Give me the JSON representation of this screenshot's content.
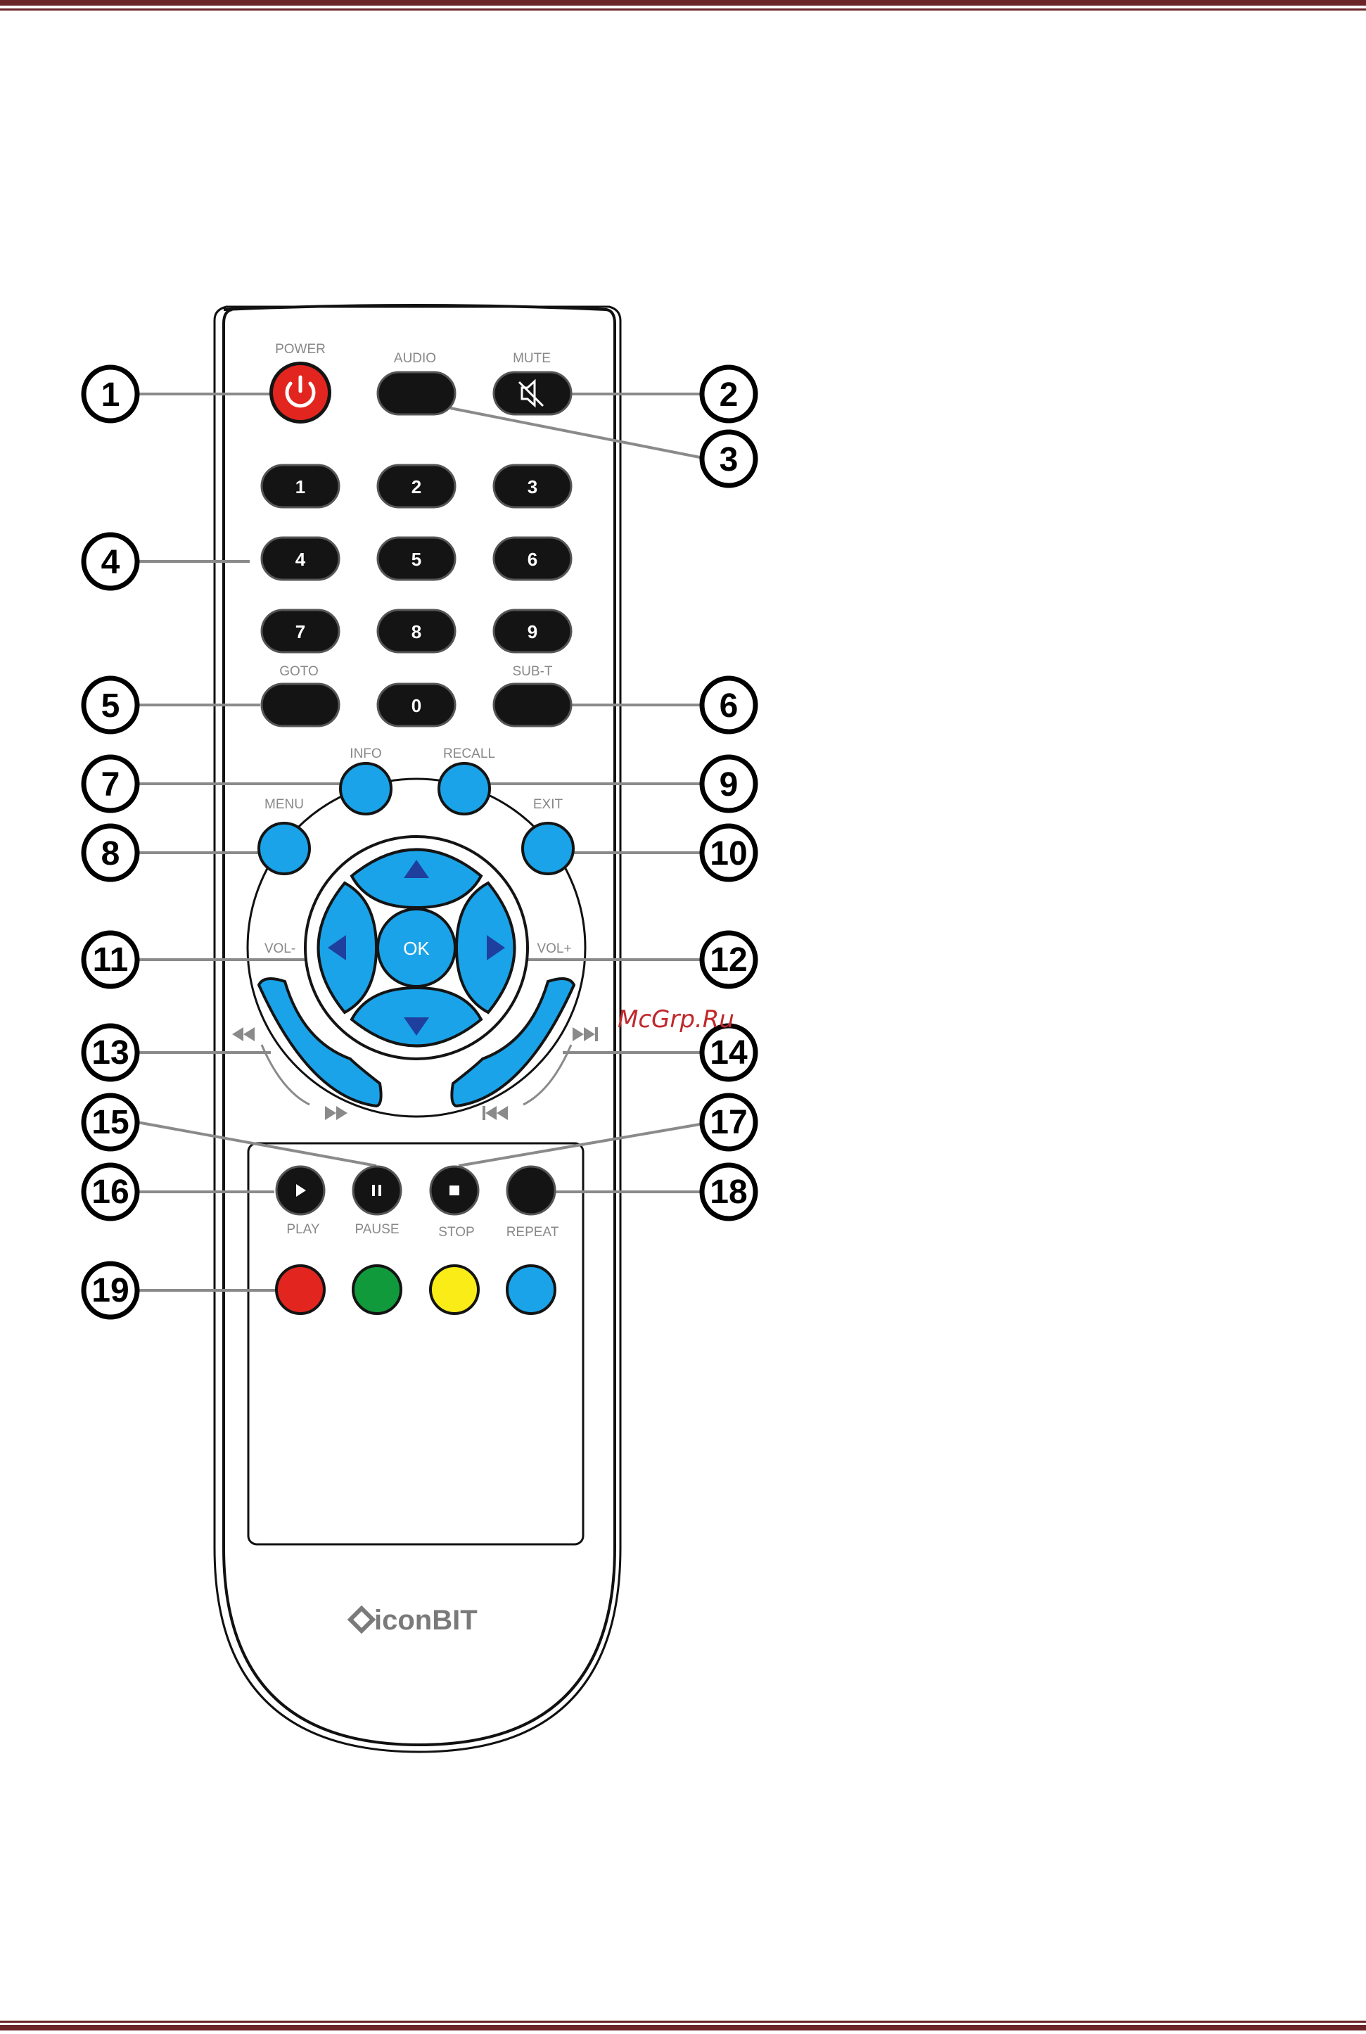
{
  "page": {
    "colors": {
      "rule": "#6b2528",
      "blue": "#1aa3e8",
      "red": "#e2261f",
      "green": "#119a3c",
      "yellow": "#f9ec17",
      "black": "#141414"
    }
  },
  "remote": {
    "brand": "iconBIT",
    "top_labels": {
      "power": "POWER",
      "audio": "AUDIO",
      "mute": "MUTE"
    },
    "digits": [
      "1",
      "2",
      "3",
      "4",
      "5",
      "6",
      "7",
      "8",
      "9",
      "0"
    ],
    "goto": "GOTO",
    "subt": "SUB-T",
    "info": "INFO",
    "recall": "RECALL",
    "menu": "MENU",
    "exit": "EXIT",
    "vol_minus": "VOL-",
    "vol_plus": "VOL+",
    "ok": "OK",
    "transport": {
      "play": "PLAY",
      "pause": "PAUSE",
      "stop": "STOP",
      "repeat": "REPEAT"
    },
    "color_buttons": [
      "red",
      "green",
      "yellow",
      "blue"
    ]
  },
  "callouts": [
    "1",
    "2",
    "3",
    "4",
    "5",
    "6",
    "7",
    "8",
    "9",
    "10",
    "11",
    "12",
    "13",
    "14",
    "15",
    "16",
    "17",
    "18",
    "19"
  ],
  "watermark": "McGrp.Ru"
}
